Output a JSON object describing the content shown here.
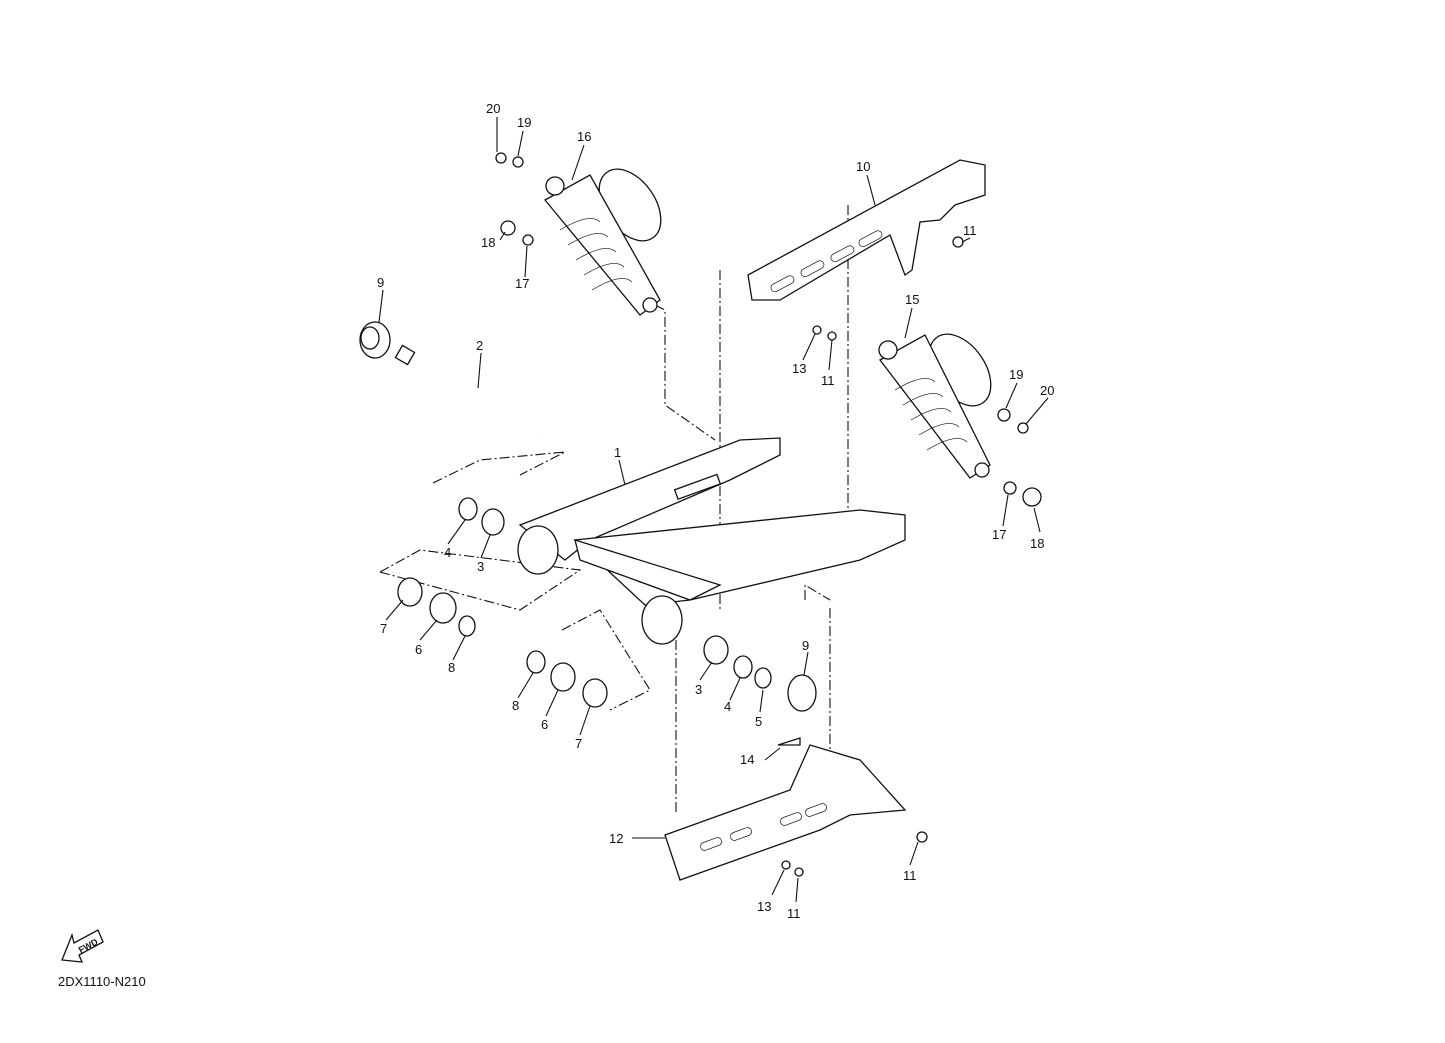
{
  "diagram": {
    "labels": [
      {
        "id": "l20a",
        "text": "20"
      },
      {
        "id": "l19a",
        "text": "19"
      },
      {
        "id": "l16",
        "text": "16"
      },
      {
        "id": "l10",
        "text": "10"
      },
      {
        "id": "l11a",
        "text": "11"
      },
      {
        "id": "l18a",
        "text": "18"
      },
      {
        "id": "l17a",
        "text": "17"
      },
      {
        "id": "l9a",
        "text": "9"
      },
      {
        "id": "l2",
        "text": "2"
      },
      {
        "id": "l15",
        "text": "15"
      },
      {
        "id": "l13a",
        "text": "13"
      },
      {
        "id": "l11b",
        "text": "11"
      },
      {
        "id": "l19b",
        "text": "19"
      },
      {
        "id": "l20b",
        "text": "20"
      },
      {
        "id": "l1",
        "text": "1"
      },
      {
        "id": "l4a",
        "text": "4"
      },
      {
        "id": "l3a",
        "text": "3"
      },
      {
        "id": "l17b",
        "text": "17"
      },
      {
        "id": "l18b",
        "text": "18"
      },
      {
        "id": "l7a",
        "text": "7"
      },
      {
        "id": "l6a",
        "text": "6"
      },
      {
        "id": "l8a",
        "text": "8"
      },
      {
        "id": "l9b",
        "text": "9"
      },
      {
        "id": "l3b",
        "text": "3"
      },
      {
        "id": "l4b",
        "text": "4"
      },
      {
        "id": "l5",
        "text": "5"
      },
      {
        "id": "l8b",
        "text": "8"
      },
      {
        "id": "l6b",
        "text": "6"
      },
      {
        "id": "l7b",
        "text": "7"
      },
      {
        "id": "l14",
        "text": "14"
      },
      {
        "id": "l12",
        "text": "12"
      },
      {
        "id": "l11c",
        "text": "11"
      },
      {
        "id": "l13b",
        "text": "13"
      },
      {
        "id": "l11d",
        "text": "11"
      }
    ],
    "fwd_label": "FWD",
    "diagram_code": "2DX1110-N210"
  }
}
